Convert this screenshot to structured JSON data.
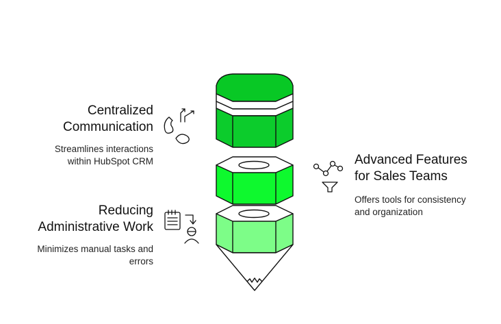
{
  "sections": {
    "centralized": {
      "title_lines": [
        "Centralized",
        "Communication"
      ],
      "desc_lines": [
        "Streamlines interactions",
        "within HubSpot CRM"
      ]
    },
    "reducing": {
      "title_lines": [
        "Reducing",
        "Administrative Work"
      ],
      "desc_lines": [
        "Minimizes manual tasks and",
        "errors"
      ]
    },
    "advanced": {
      "title_lines": [
        "Advanced Features",
        "for Sales Teams"
      ],
      "desc_lines": [
        "Offers tools for consistency",
        "and organization"
      ]
    }
  },
  "icons": {
    "centralized": "phone-arrows-icon",
    "reducing": "clipboard-person-icon",
    "advanced": "network-funnel-icon"
  },
  "colors": {
    "eraser_top": "#08c825",
    "segment_top": "#0ccc2c",
    "segment_middle": "#0ef92e",
    "segment_bottom": "#7dfd88",
    "outline": "#111111"
  }
}
